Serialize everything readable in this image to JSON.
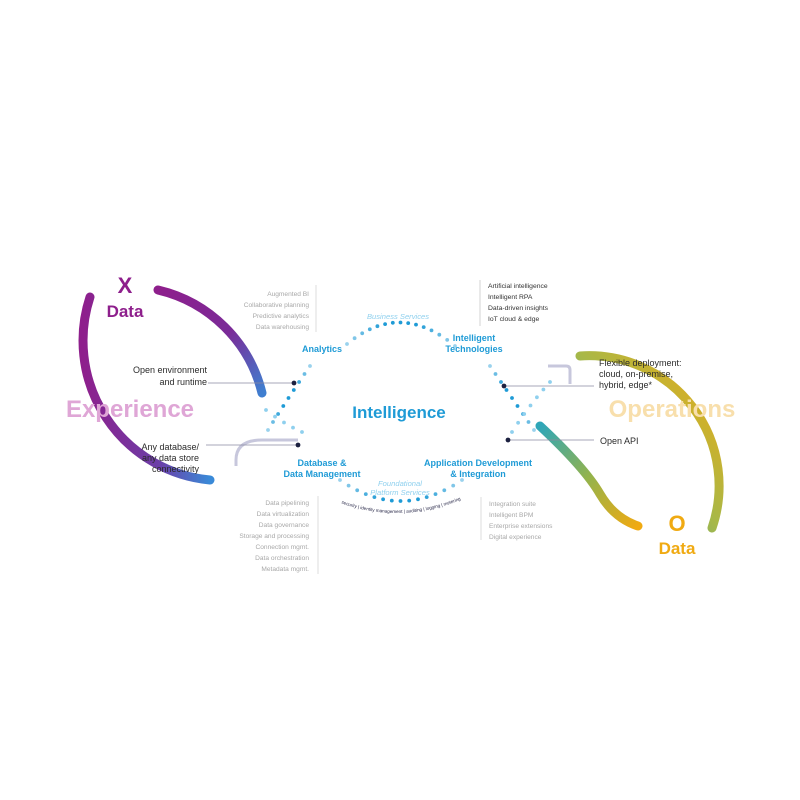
{
  "xdata": {
    "letter": "X",
    "word": "Data"
  },
  "odata": {
    "letter": "O",
    "word": "Data"
  },
  "experience": "Experience",
  "operations": "Operations",
  "intelligence": "Intelligence",
  "analytics": {
    "title": "Analytics",
    "items": [
      "Augmented BI",
      "Collaborative planning",
      "Predictive analytics",
      "Data warehousing"
    ]
  },
  "intelligent_technologies": {
    "title_lines": [
      "Intelligent",
      "Technologies"
    ],
    "items": [
      "Artificial intelligence",
      "Intelligent RPA",
      "Data-driven insights",
      "IoT cloud & edge"
    ]
  },
  "database": {
    "title_lines": [
      "Database &",
      "Data Management"
    ],
    "items": [
      "Data pipelining",
      "Data virtualization",
      "Data governance",
      "Storage and processing",
      "Connection mgmt.",
      "Data orchestration",
      "Metadata mgmt."
    ]
  },
  "appdev": {
    "title_lines": [
      "Application Development",
      "& Integration"
    ],
    "items": [
      "Integration suite",
      "Intelligent BPM",
      "Enterprise extensions",
      "Digital experience"
    ]
  },
  "business_services": "Business Services",
  "foundational": {
    "lines": [
      "Foundational",
      "Platform Services"
    ],
    "tags": "security | identity management | auditing | logging | metering"
  },
  "left_callouts": {
    "open_env": [
      "Open environment",
      "and runtime"
    ],
    "any_db": [
      "Any database/",
      "any data store",
      "connectivity"
    ]
  },
  "right_callouts": {
    "flexible": [
      "Flexible deployment:",
      "cloud, on-premise,",
      "hybrid, edge*"
    ],
    "open_api": "Open API"
  },
  "colors": {
    "purple": "#8e1f8c",
    "violet": "#6b3fa8",
    "blue": "#1f9bd6",
    "teal": "#2fa6b8",
    "gold": "#f0aa12",
    "experience_text": "#dfa6d6",
    "operations_text": "#f8dfac"
  }
}
